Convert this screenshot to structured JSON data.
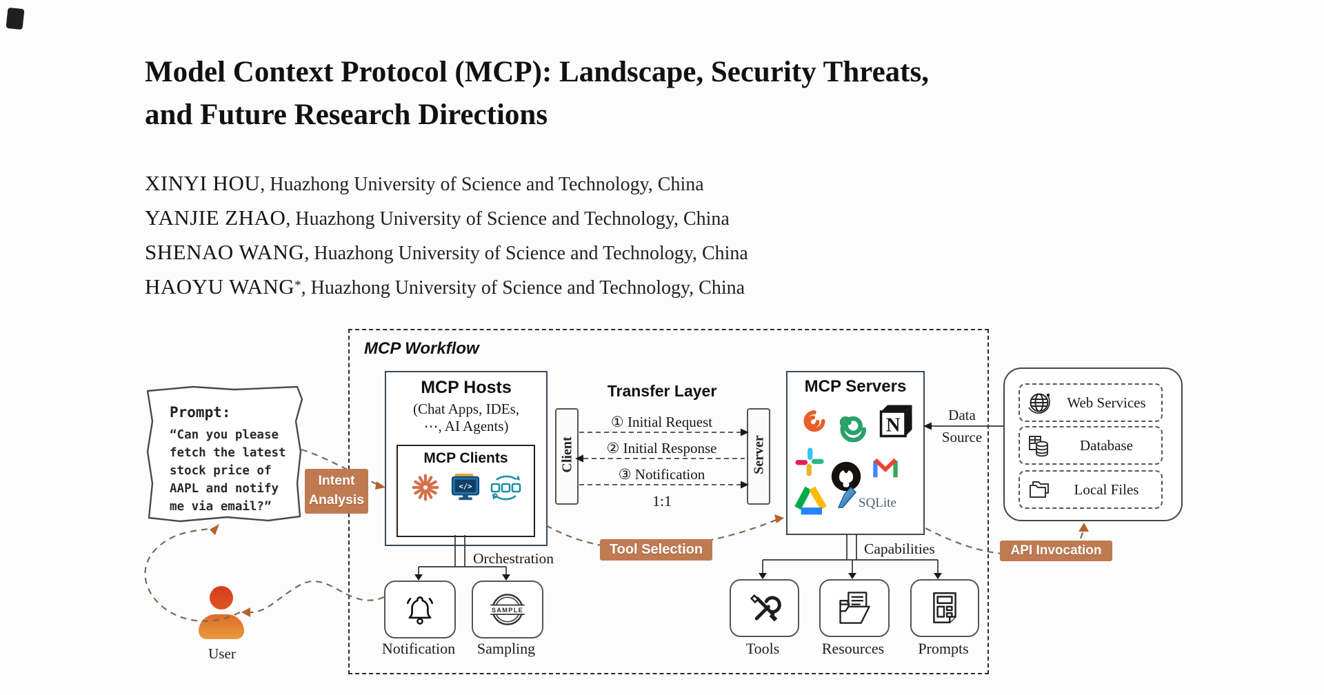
{
  "paper": {
    "title_line1": "Model Context Protocol (MCP): Landscape, Security Threats,",
    "title_line2": "and Future Research Directions",
    "authors": [
      {
        "name": "XINYI HOU",
        "sup": "",
        "affil": ", Huazhong University of Science and Technology, China"
      },
      {
        "name": "YANJIE ZHAO",
        "sup": "",
        "affil": ", Huazhong University of Science and Technology, China"
      },
      {
        "name": "SHENAO WANG",
        "sup": "",
        "affil": ", Huazhong University of Science and Technology, China"
      },
      {
        "name": "HAOYU WANG",
        "sup": "*",
        "affil": ", Huazhong University of Science and Technology, China"
      }
    ]
  },
  "diagram": {
    "workflow_label": "MCP Workflow",
    "prompt": {
      "heading": "Prompt:",
      "lines": [
        "“Can you please",
        "fetch the latest",
        "stock price of",
        "AAPL and notify",
        "me via email?”"
      ]
    },
    "badges": {
      "intent_line1": "Intent",
      "intent_line2": "Analysis",
      "tool_selection": "Tool Selection",
      "api_invocation": "API Invocation"
    },
    "hosts": {
      "title": "MCP Hosts",
      "sub1": "(Chat Apps, IDEs,",
      "sub2": "⋯, AI Agents)",
      "clients_title": "MCP Clients"
    },
    "transfer": {
      "title": "Transfer Layer",
      "client": "Client",
      "server": "Server",
      "steps": [
        "① Initial Request",
        "② Initial Response",
        "③ Notification"
      ],
      "ratio": "1:1"
    },
    "servers": {
      "title": "MCP Servers",
      "notion_letter": "N",
      "sqlite_text": "SQLite"
    },
    "icons": {
      "code_glyph": "</>",
      "sample_text": "SAMPLE"
    },
    "data_source": {
      "line1": "Data",
      "line2": "Source"
    },
    "sources": [
      {
        "label": "Web Services"
      },
      {
        "label": "Database"
      },
      {
        "label": "Local Files"
      }
    ],
    "flow_labels": {
      "orchestration": "Orchestration",
      "capabilities": "Capabilities"
    },
    "host_primitives": [
      {
        "label": "Notification"
      },
      {
        "label": "Sampling"
      }
    ],
    "server_primitives": [
      {
        "label": "Tools"
      },
      {
        "label": "Resources"
      },
      {
        "label": "Prompts"
      }
    ],
    "user_label": "User"
  },
  "colors": {
    "badge": "#bf7a52",
    "dash_curve": "#7b6a56",
    "arrow_head": "#b5622d",
    "user_top": "#d63b22",
    "user_bottom": "#e89a3f"
  }
}
